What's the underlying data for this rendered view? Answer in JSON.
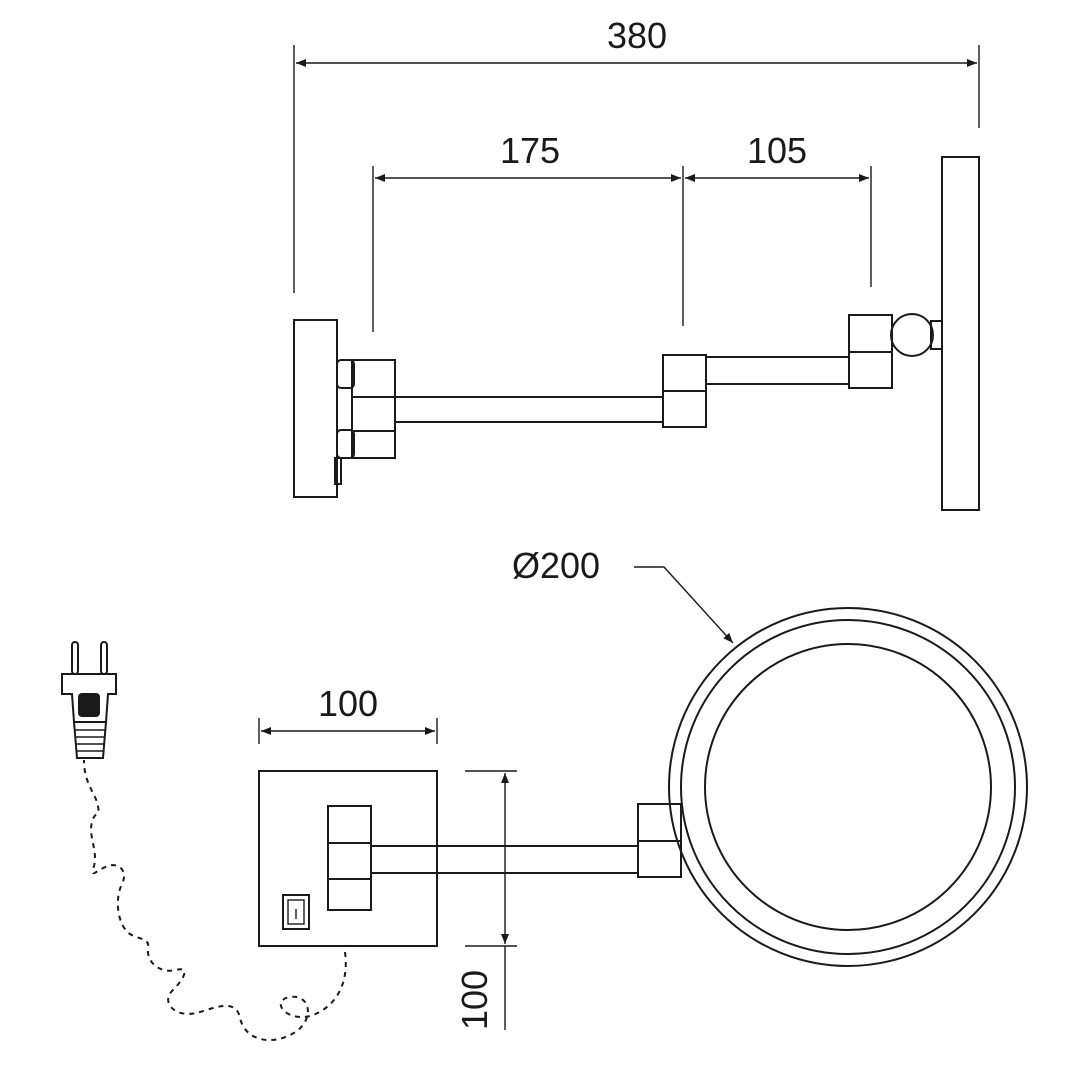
{
  "dimensions": {
    "overall_projection": "380",
    "arm_segment_1": "175",
    "arm_segment_2": "105",
    "mirror_diameter": "Ø200",
    "base_plate_width": "100",
    "base_plate_height": "100"
  },
  "colors": {
    "line": "#1a1a1a",
    "background": "#ffffff"
  },
  "icons": {
    "plug": "power-plug-icon",
    "switch": "rocker-switch-icon"
  }
}
